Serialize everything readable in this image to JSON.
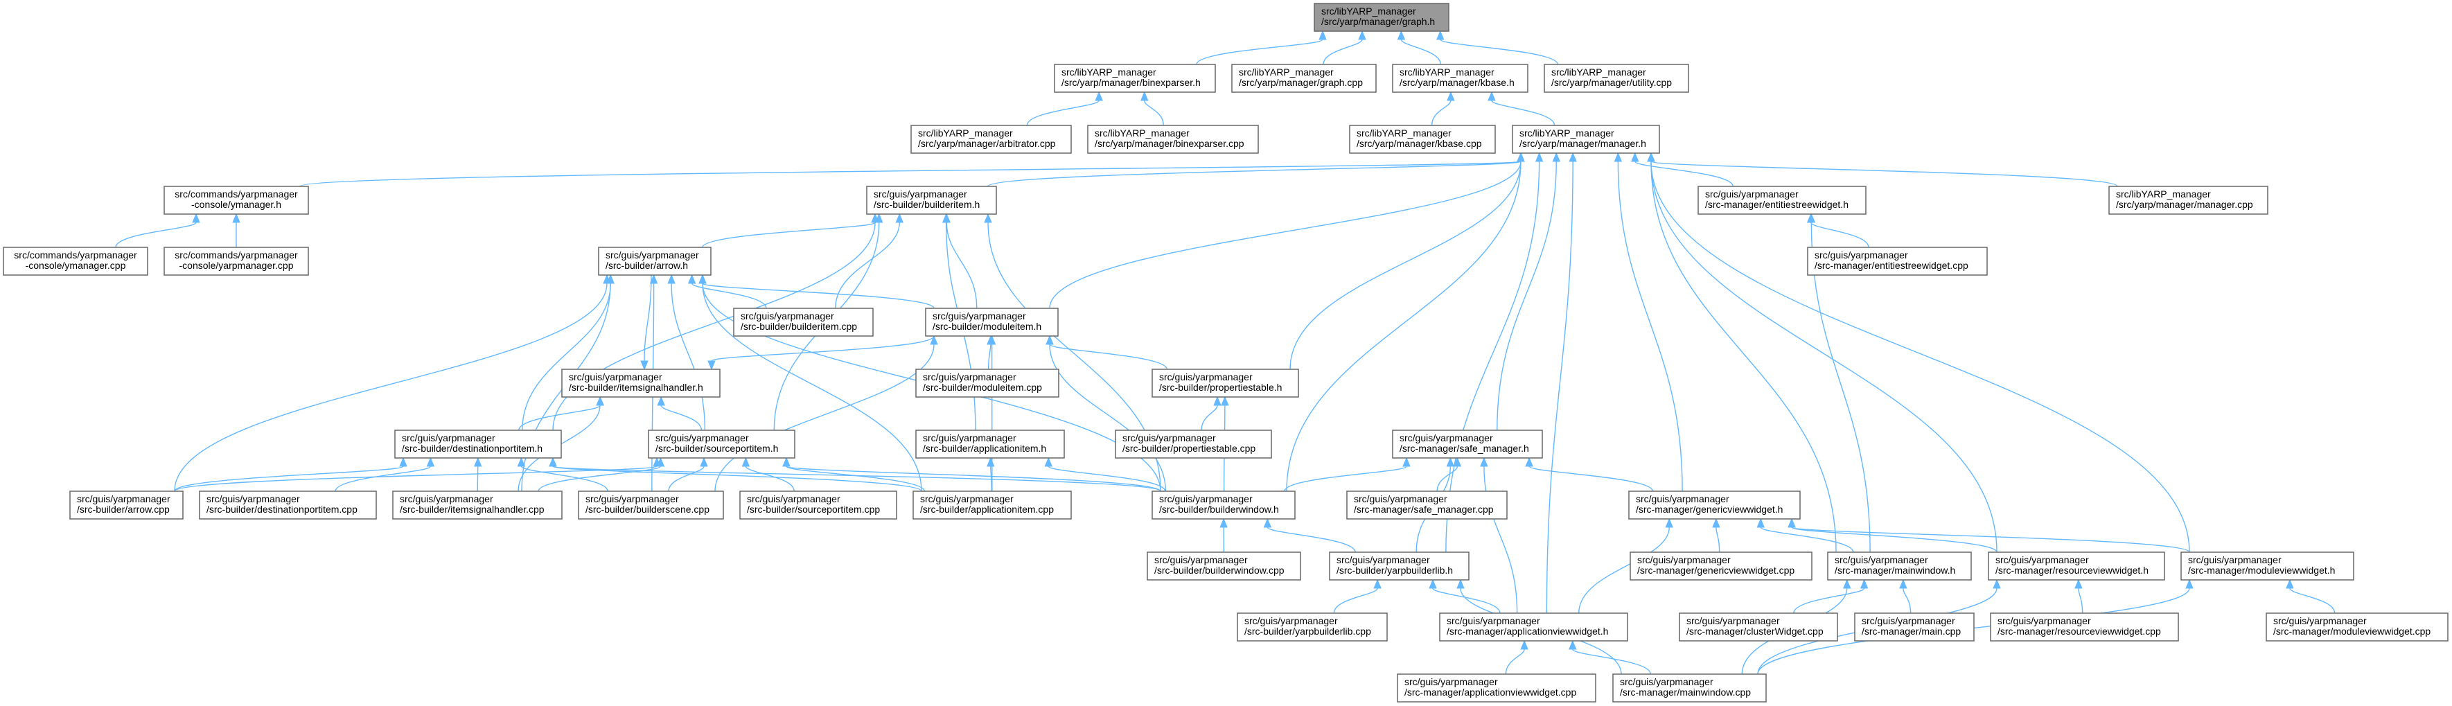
{
  "graph": {
    "focus_node": "graph_h",
    "edge_color": "#63b8ff",
    "focus_fill": "#999999",
    "nodes": [
      {
        "id": "graph_h",
        "line1": "src/libYARP_manager",
        "line2": "/src/yarp/manager/graph.h"
      },
      {
        "id": "binexparser_h",
        "line1": "src/libYARP_manager",
        "line2": "/src/yarp/manager/binexparser.h"
      },
      {
        "id": "graph_cpp",
        "line1": "src/libYARP_manager",
        "line2": "/src/yarp/manager/graph.cpp"
      },
      {
        "id": "kbase_h",
        "line1": "src/libYARP_manager",
        "line2": "/src/yarp/manager/kbase.h"
      },
      {
        "id": "utility_cpp",
        "line1": "src/libYARP_manager",
        "line2": "/src/yarp/manager/utility.cpp"
      },
      {
        "id": "arbitrator_cpp",
        "line1": "src/libYARP_manager",
        "line2": "/src/yarp/manager/arbitrator.cpp"
      },
      {
        "id": "binexparser_cpp",
        "line1": "src/libYARP_manager",
        "line2": "/src/yarp/manager/binexparser.cpp"
      },
      {
        "id": "kbase_cpp",
        "line1": "src/libYARP_manager",
        "line2": "/src/yarp/manager/kbase.cpp"
      },
      {
        "id": "manager_h",
        "line1": "src/libYARP_manager",
        "line2": "/src/yarp/manager/manager.h"
      },
      {
        "id": "ymanager_h",
        "line1": "src/commands/yarpmanager",
        "line2": "-console/ymanager.h"
      },
      {
        "id": "builderitem_h",
        "line1": "src/guis/yarpmanager",
        "line2": "/src-builder/builderitem.h"
      },
      {
        "id": "entitiestreewidget_h",
        "line1": "src/guis/yarpmanager",
        "line2": "/src-manager/entitiestreewidget.h"
      },
      {
        "id": "manager_cpp",
        "line1": "src/libYARP_manager",
        "line2": "/src/yarp/manager/manager.cpp"
      },
      {
        "id": "ymanager_cpp",
        "line1": "src/commands/yarpmanager",
        "line2": "-console/ymanager.cpp"
      },
      {
        "id": "yarpmanager_cpp",
        "line1": "src/commands/yarpmanager",
        "line2": "-console/yarpmanager.cpp"
      },
      {
        "id": "arrow_h",
        "line1": "src/guis/yarpmanager",
        "line2": "/src-builder/arrow.h"
      },
      {
        "id": "entitiestreewidget_cpp",
        "line1": "src/guis/yarpmanager",
        "line2": "/src-manager/entitiestreewidget.cpp"
      },
      {
        "id": "builderitem_cpp",
        "line1": "src/guis/yarpmanager",
        "line2": "/src-builder/builderitem.cpp"
      },
      {
        "id": "moduleitem_h",
        "line1": "src/guis/yarpmanager",
        "line2": "/src-builder/moduleitem.h"
      },
      {
        "id": "itemsignalhandler_h",
        "line1": "src/guis/yarpmanager",
        "line2": "/src-builder/itemsignalhandler.h"
      },
      {
        "id": "moduleitem_cpp",
        "line1": "src/guis/yarpmanager",
        "line2": "/src-builder/moduleitem.cpp"
      },
      {
        "id": "propertiestable_h",
        "line1": "src/guis/yarpmanager",
        "line2": "/src-builder/propertiestable.h"
      },
      {
        "id": "destinationportitem_h",
        "line1": "src/guis/yarpmanager",
        "line2": "/src-builder/destinationportitem.h"
      },
      {
        "id": "sourceportitem_h",
        "line1": "src/guis/yarpmanager",
        "line2": "/src-builder/sourceportitem.h"
      },
      {
        "id": "applicationitem_h",
        "line1": "src/guis/yarpmanager",
        "line2": "/src-builder/applicationitem.h"
      },
      {
        "id": "propertiestable_cpp",
        "line1": "src/guis/yarpmanager",
        "line2": "/src-builder/propertiestable.cpp"
      },
      {
        "id": "safe_manager_h",
        "line1": "src/guis/yarpmanager",
        "line2": "/src-manager/safe_manager.h"
      },
      {
        "id": "arrow_cpp",
        "line1": "src/guis/yarpmanager",
        "line2": "/src-builder/arrow.cpp"
      },
      {
        "id": "destinationportitem_cpp",
        "line1": "src/guis/yarpmanager",
        "line2": "/src-builder/destinationportitem.cpp"
      },
      {
        "id": "itemsignalhandler_cpp",
        "line1": "src/guis/yarpmanager",
        "line2": "/src-builder/itemsignalhandler.cpp"
      },
      {
        "id": "builderscene_cpp",
        "line1": "src/guis/yarpmanager",
        "line2": "/src-builder/builderscene.cpp"
      },
      {
        "id": "sourceportitem_cpp",
        "line1": "src/guis/yarpmanager",
        "line2": "/src-builder/sourceportitem.cpp"
      },
      {
        "id": "applicationitem_cpp",
        "line1": "src/guis/yarpmanager",
        "line2": "/src-builder/applicationitem.cpp"
      },
      {
        "id": "builderwindow_h",
        "line1": "src/guis/yarpmanager",
        "line2": "/src-builder/builderwindow.h"
      },
      {
        "id": "safe_manager_cpp",
        "line1": "src/guis/yarpmanager",
        "line2": "/src-manager/safe_manager.cpp"
      },
      {
        "id": "genericviewwidget_h",
        "line1": "src/guis/yarpmanager",
        "line2": "/src-manager/genericviewwidget.h"
      },
      {
        "id": "builderwindow_cpp",
        "line1": "src/guis/yarpmanager",
        "line2": "/src-builder/builderwindow.cpp"
      },
      {
        "id": "yarpbuilderlib_h",
        "line1": "src/guis/yarpmanager",
        "line2": "/src-builder/yarpbuilderlib.h"
      },
      {
        "id": "genericviewwidget_cpp",
        "line1": "src/guis/yarpmanager",
        "line2": "/src-manager/genericviewwidget.cpp"
      },
      {
        "id": "mainwindow_h",
        "line1": "src/guis/yarpmanager",
        "line2": "/src-manager/mainwindow.h"
      },
      {
        "id": "resourceviewwidget_h",
        "line1": "src/guis/yarpmanager",
        "line2": "/src-manager/resourceviewwidget.h"
      },
      {
        "id": "moduleviewwidget_h",
        "line1": "src/guis/yarpmanager",
        "line2": "/src-manager/moduleviewwidget.h"
      },
      {
        "id": "yarpbuilderlib_cpp",
        "line1": "src/guis/yarpmanager",
        "line2": "/src-builder/yarpbuilderlib.cpp"
      },
      {
        "id": "applicationviewwidget_h",
        "line1": "src/guis/yarpmanager",
        "line2": "/src-manager/applicationviewwidget.h"
      },
      {
        "id": "clusterWidget_cpp",
        "line1": "src/guis/yarpmanager",
        "line2": "/src-manager/clusterWidget.cpp"
      },
      {
        "id": "main_cpp",
        "line1": "src/guis/yarpmanager",
        "line2": "/src-manager/main.cpp"
      },
      {
        "id": "resourceviewwidget_cpp",
        "line1": "src/guis/yarpmanager",
        "line2": "/src-manager/resourceviewwidget.cpp"
      },
      {
        "id": "moduleviewwidget_cpp",
        "line1": "src/guis/yarpmanager",
        "line2": "/src-manager/moduleviewwidget.cpp"
      },
      {
        "id": "applicationviewwidget_cpp",
        "line1": "src/guis/yarpmanager",
        "line2": "/src-manager/applicationviewwidget.cpp"
      },
      {
        "id": "mainwindow_cpp",
        "line1": "src/guis/yarpmanager",
        "line2": "/src-manager/mainwindow.cpp"
      }
    ],
    "edges": [
      [
        "binexparser_h",
        "graph_h"
      ],
      [
        "graph_cpp",
        "graph_h"
      ],
      [
        "kbase_h",
        "graph_h"
      ],
      [
        "utility_cpp",
        "graph_h"
      ],
      [
        "arbitrator_cpp",
        "binexparser_h"
      ],
      [
        "binexparser_cpp",
        "binexparser_h"
      ],
      [
        "kbase_cpp",
        "kbase_h"
      ],
      [
        "manager_h",
        "kbase_h"
      ],
      [
        "ymanager_h",
        "manager_h"
      ],
      [
        "builderitem_h",
        "manager_h"
      ],
      [
        "moduleitem_h",
        "manager_h"
      ],
      [
        "propertiestable_h",
        "manager_h"
      ],
      [
        "builderwindow_h",
        "manager_h"
      ],
      [
        "safe_manager_h",
        "manager_h"
      ],
      [
        "yarpbuilderlib_h",
        "manager_h"
      ],
      [
        "applicationviewwidget_h",
        "manager_h"
      ],
      [
        "mainwindow_h",
        "manager_h"
      ],
      [
        "entitiestreewidget_h",
        "manager_h"
      ],
      [
        "genericviewwidget_h",
        "manager_h"
      ],
      [
        "resourceviewwidget_h",
        "manager_h"
      ],
      [
        "moduleviewwidget_h",
        "manager_h"
      ],
      [
        "manager_cpp",
        "manager_h"
      ],
      [
        "ymanager_cpp",
        "ymanager_h"
      ],
      [
        "yarpmanager_cpp",
        "ymanager_h"
      ],
      [
        "entitiestreewidget_cpp",
        "entitiestreewidget_h"
      ],
      [
        "mainwindow_h",
        "entitiestreewidget_h"
      ],
      [
        "arrow_h",
        "builderitem_h"
      ],
      [
        "builderitem_cpp",
        "builderitem_h"
      ],
      [
        "moduleitem_h",
        "builderitem_h"
      ],
      [
        "applicationitem_h",
        "builderitem_h"
      ],
      [
        "sourceportitem_h",
        "builderitem_h"
      ],
      [
        "destinationportitem_h",
        "builderitem_h"
      ],
      [
        "builderwindow_h",
        "builderitem_h"
      ],
      [
        "builderitem_cpp",
        "arrow_h"
      ],
      [
        "moduleitem_h",
        "arrow_h"
      ],
      [
        "sourceportitem_h",
        "arrow_h"
      ],
      [
        "destinationportitem_h",
        "arrow_h"
      ],
      [
        "arrow_cpp",
        "arrow_h"
      ],
      [
        "itemsignalhandler_cpp",
        "arrow_h"
      ],
      [
        "builderscene_cpp",
        "arrow_h"
      ],
      [
        "builderwindow_h",
        "arrow_h"
      ],
      [
        "applicationitem_cpp",
        "arrow_h"
      ],
      [
        "arrow_h",
        "itemsignalhandler_h"
      ],
      [
        "moduleitem_h",
        "itemsignalhandler_h"
      ],
      [
        "moduleitem_cpp",
        "moduleitem_h"
      ],
      [
        "propertiestable_h",
        "moduleitem_h"
      ],
      [
        "builderscene_cpp",
        "moduleitem_h"
      ],
      [
        "applicationitem_cpp",
        "moduleitem_h"
      ],
      [
        "builderwindow_h",
        "moduleitem_h"
      ],
      [
        "propertiestable_cpp",
        "propertiestable_h"
      ],
      [
        "builderwindow_h",
        "propertiestable_h"
      ],
      [
        "destinationportitem_h",
        "itemsignalhandler_h"
      ],
      [
        "sourceportitem_h",
        "itemsignalhandler_h"
      ],
      [
        "itemsignalhandler_cpp",
        "itemsignalhandler_h"
      ],
      [
        "arrow_cpp",
        "sourceportitem_h"
      ],
      [
        "builderscene_cpp",
        "sourceportitem_h"
      ],
      [
        "sourceportitem_cpp",
        "sourceportitem_h"
      ],
      [
        "applicationitem_cpp",
        "sourceportitem_h"
      ],
      [
        "builderwindow_h",
        "sourceportitem_h"
      ],
      [
        "itemsignalhandler_cpp",
        "sourceportitem_h"
      ],
      [
        "arrow_cpp",
        "destinationportitem_h"
      ],
      [
        "destinationportitem_cpp",
        "destinationportitem_h"
      ],
      [
        "itemsignalhandler_cpp",
        "destinationportitem_h"
      ],
      [
        "builderscene_cpp",
        "destinationportitem_h"
      ],
      [
        "applicationitem_cpp",
        "destinationportitem_h"
      ],
      [
        "builderwindow_h",
        "destinationportitem_h"
      ],
      [
        "applicationitem_cpp",
        "applicationitem_h"
      ],
      [
        "builderwindow_h",
        "applicationitem_h"
      ],
      [
        "builderwindow_cpp",
        "builderwindow_h"
      ],
      [
        "yarpbuilderlib_h",
        "builderwindow_h"
      ],
      [
        "builderwindow_h",
        "safe_manager_h"
      ],
      [
        "safe_manager_cpp",
        "safe_manager_h"
      ],
      [
        "yarpbuilderlib_h",
        "safe_manager_h"
      ],
      [
        "applicationviewwidget_h",
        "safe_manager_h"
      ],
      [
        "genericviewwidget_h",
        "safe_manager_h"
      ],
      [
        "genericviewwidget_cpp",
        "genericviewwidget_h"
      ],
      [
        "applicationviewwidget_h",
        "genericviewwidget_h"
      ],
      [
        "mainwindow_h",
        "genericviewwidget_h"
      ],
      [
        "resourceviewwidget_h",
        "genericviewwidget_h"
      ],
      [
        "moduleviewwidget_h",
        "genericviewwidget_h"
      ],
      [
        "yarpbuilderlib_cpp",
        "yarpbuilderlib_h"
      ],
      [
        "applicationviewwidget_h",
        "yarpbuilderlib_h"
      ],
      [
        "mainwindow_cpp",
        "yarpbuilderlib_h"
      ],
      [
        "applicationviewwidget_cpp",
        "applicationviewwidget_h"
      ],
      [
        "mainwindow_cpp",
        "applicationviewwidget_h"
      ],
      [
        "clusterWidget_cpp",
        "mainwindow_h"
      ],
      [
        "main_cpp",
        "mainwindow_h"
      ],
      [
        "mainwindow_cpp",
        "mainwindow_h"
      ],
      [
        "resourceviewwidget_cpp",
        "resourceviewwidget_h"
      ],
      [
        "mainwindow_cpp",
        "resourceviewwidget_h"
      ],
      [
        "moduleviewwidget_cpp",
        "moduleviewwidget_h"
      ],
      [
        "mainwindow_cpp",
        "moduleviewwidget_h"
      ]
    ]
  }
}
